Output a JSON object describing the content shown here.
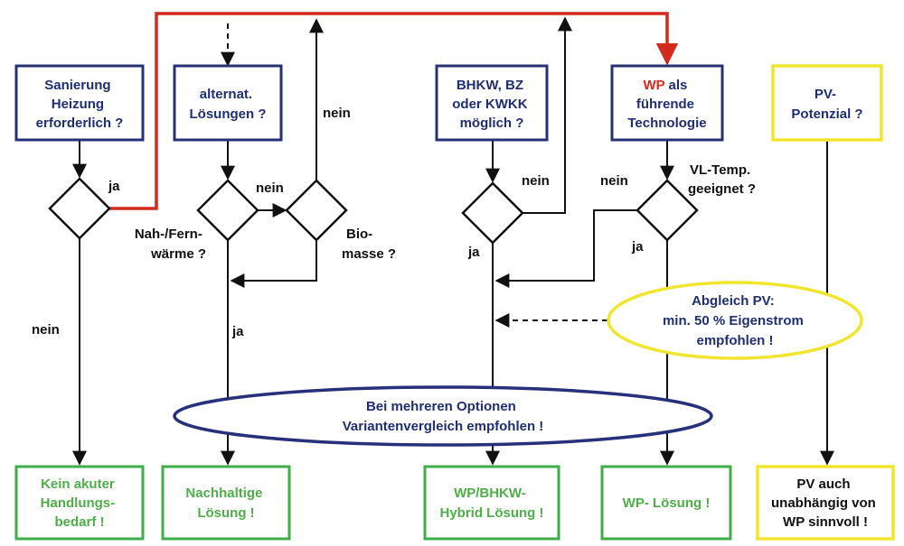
{
  "colors": {
    "line": "#111111",
    "red_path": "#d12a1f",
    "navy_box": "#27307a",
    "green_box": "#3fae49",
    "yellow_box": "#f2e530"
  },
  "boxes": {
    "sanierung": [
      "Sanierung",
      "Heizung",
      "erforderlich ?"
    ],
    "alternat": [
      "alternat.",
      "Lösungen ?"
    ],
    "bhkw": [
      "BHKW, BZ",
      "oder KWKK",
      "möglich ?"
    ],
    "wp_fuehrend": {
      "highlight": "WP",
      "rest": " als",
      "lines": [
        "führende",
        "Technologie"
      ]
    },
    "pv_potenzial": [
      "PV-",
      "Potenzial ?"
    ]
  },
  "results": {
    "kein_akuter": [
      "Kein akuter",
      "Handlungs-",
      "bedarf !"
    ],
    "nachhaltige": [
      "Nachhaltige",
      "Lösung !"
    ],
    "hybrid": [
      "WP/BHKW-",
      "Hybrid Lösung !"
    ],
    "wp_loesung": [
      "WP- Lösung !"
    ],
    "pv_auch": [
      "PV auch",
      "unabhängig von",
      "WP sinnvoll !"
    ]
  },
  "ellipses": {
    "abgleich": [
      "Abgleich PV:",
      "min. 50 % Eigenstrom",
      "empfohlen !"
    ],
    "varianten": [
      "Bei mehreren Optionen",
      "Variantenvergleich empfohlen !"
    ]
  },
  "labels": {
    "ja_1": "ja",
    "nein_1": "nein",
    "nein_2": "nein",
    "nein_3": "nein",
    "nah_fern": [
      "Nah-/Fern-",
      "wärme ?"
    ],
    "bio": [
      "Bio-",
      "masse ?"
    ],
    "ja_2": "ja",
    "nein_4": "nein",
    "ja_3": "ja",
    "nein_5": "nein",
    "vl_temp": [
      "VL-Temp.",
      "geeignet ?"
    ],
    "ja_4": "ja"
  }
}
